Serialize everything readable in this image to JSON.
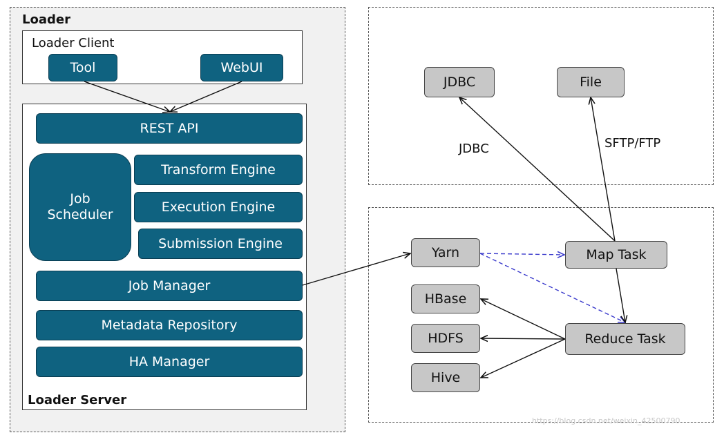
{
  "loader": {
    "title": "Loader",
    "client": {
      "title": "Loader Client",
      "tool": "Tool",
      "webui": "WebUI"
    },
    "server": {
      "title": "Loader Server",
      "rest_api": "REST API",
      "job_scheduler": "Job Scheduler",
      "transform_engine": "Transform Engine",
      "execution_engine": "Execution Engine",
      "submission_engine": "Submission Engine",
      "job_manager": "Job Manager",
      "metadata_repository": "Metadata Repository",
      "ha_manager": "HA Manager"
    }
  },
  "sources": {
    "jdbc": "JDBC",
    "file": "File",
    "jdbc_edge_label": "JDBC",
    "sftp_edge_label": "SFTP/FTP"
  },
  "cluster": {
    "yarn": "Yarn",
    "map_task": "Map Task",
    "reduce_task": "Reduce Task",
    "hbase": "HBase",
    "hdfs": "HDFS",
    "hive": "Hive"
  },
  "watermark": "https://blog.csdn.net/weixin_42500790",
  "colors": {
    "node_blue": "#0f6280",
    "node_gray": "#c7c7c7",
    "dashed_edge": "#3a3acc"
  }
}
